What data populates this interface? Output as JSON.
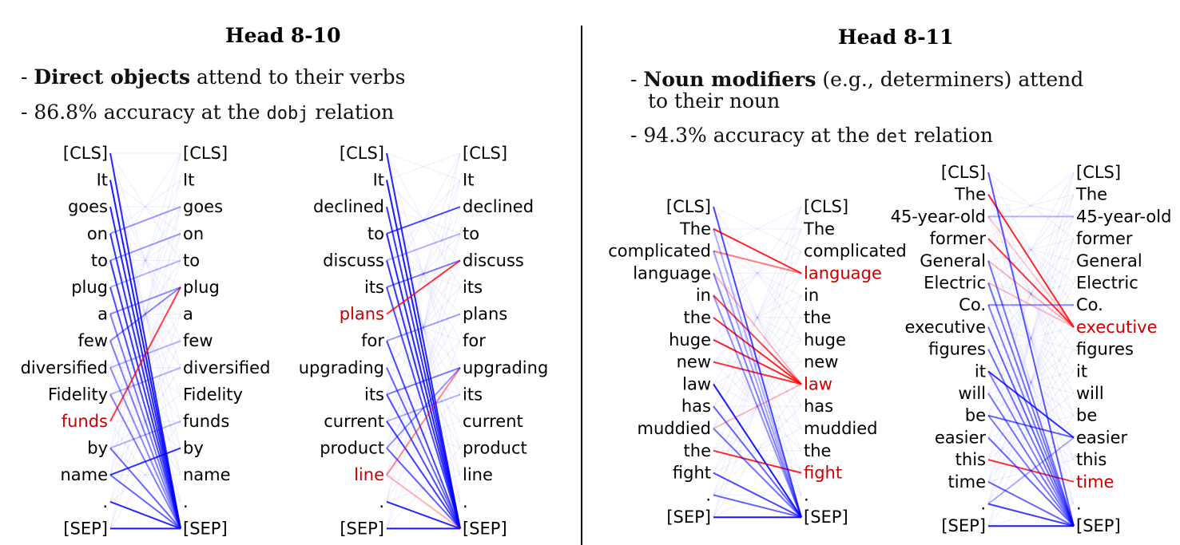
{
  "left_panel": {
    "title": "Head 8-10",
    "bullet1": {
      "dash": "- ",
      "bold": "Direct objects",
      "rest": " attend to their verbs"
    },
    "bullet2": {
      "pre": "- 86.8% accuracy at the ",
      "code": "dobj",
      "post": " relation"
    }
  },
  "right_panel": {
    "title": "Head 8-11",
    "bullet1": {
      "dash": "- ",
      "bold": "Noun modifiers",
      "rest": " (e.g., determiners) attend",
      "line2": "to their noun"
    },
    "bullet2": {
      "pre": "- 94.3% accuracy at the ",
      "code": "det",
      "post": " relation"
    }
  },
  "colors": {
    "highlight": "#cc0000",
    "attention_blue": "#0000ff",
    "attention_red": "#ff0000",
    "text": "#000000"
  },
  "attention_maps": [
    {
      "tokens": [
        "[CLS]",
        "It",
        "goes",
        "on",
        "to",
        "plug",
        "a",
        "few",
        "diversified",
        "Fidelity",
        "funds",
        "by",
        "name",
        ".",
        "[SEP]"
      ],
      "highlight_left": [
        10
      ],
      "highlight_right": [],
      "edges": [
        [
          0,
          14,
          0.85
        ],
        [
          1,
          14,
          0.9
        ],
        [
          2,
          14,
          0.85
        ],
        [
          3,
          14,
          0.8
        ],
        [
          4,
          14,
          0.8
        ],
        [
          5,
          14,
          0.7
        ],
        [
          6,
          14,
          0.5
        ],
        [
          7,
          14,
          0.5
        ],
        [
          8,
          14,
          0.45
        ],
        [
          9,
          14,
          0.5
        ],
        [
          11,
          14,
          0.6
        ],
        [
          12,
          14,
          0.6
        ],
        [
          13,
          14,
          0.85
        ],
        [
          14,
          14,
          0.9
        ],
        [
          10,
          5,
          0.75,
          "r"
        ],
        [
          6,
          5,
          0.45
        ],
        [
          7,
          5,
          0.45
        ],
        [
          4,
          3,
          0.4
        ],
        [
          3,
          2,
          0.4
        ],
        [
          12,
          11,
          0.8
        ],
        [
          8,
          7,
          0.3
        ],
        [
          9,
          8,
          0.3
        ],
        [
          5,
          4,
          0.3
        ],
        [
          11,
          10,
          0.3
        ]
      ]
    },
    {
      "tokens": [
        "[CLS]",
        "It",
        "declined",
        "to",
        "discuss",
        "its",
        "plans",
        "for",
        "upgrading",
        "its",
        "current",
        "product",
        "line",
        ".",
        "[SEP]"
      ],
      "highlight_left": [
        6,
        12
      ],
      "highlight_right": [],
      "edges": [
        [
          0,
          14,
          0.85
        ],
        [
          1,
          14,
          0.9
        ],
        [
          2,
          14,
          0.8
        ],
        [
          3,
          14,
          0.85
        ],
        [
          4,
          14,
          0.8
        ],
        [
          5,
          14,
          0.7
        ],
        [
          7,
          14,
          0.7
        ],
        [
          8,
          14,
          0.6
        ],
        [
          9,
          14,
          0.7
        ],
        [
          10,
          14,
          0.75
        ],
        [
          11,
          14,
          0.6
        ],
        [
          13,
          14,
          0.85
        ],
        [
          14,
          14,
          0.9
        ],
        [
          6,
          4,
          0.8,
          "r"
        ],
        [
          12,
          8,
          0.45,
          "r"
        ],
        [
          3,
          2,
          0.7
        ],
        [
          5,
          4,
          0.5
        ],
        [
          9,
          8,
          0.5
        ],
        [
          11,
          8,
          0.4
        ],
        [
          7,
          6,
          0.35
        ],
        [
          10,
          9,
          0.3
        ],
        [
          12,
          14,
          0.3,
          "r"
        ],
        [
          4,
          3,
          0.3
        ]
      ]
    },
    {
      "tokens": [
        "[CLS]",
        "The",
        "complicated",
        "language",
        "in",
        "the",
        "huge",
        "new",
        "law",
        "has",
        "muddied",
        "the",
        "fight",
        ".",
        "[SEP]"
      ],
      "highlight_left": [],
      "highlight_right": [
        3,
        8,
        12
      ],
      "edges": [
        [
          1,
          3,
          0.85,
          "r"
        ],
        [
          2,
          3,
          0.5,
          "r"
        ],
        [
          4,
          8,
          0.75,
          "r"
        ],
        [
          5,
          8,
          0.85,
          "r"
        ],
        [
          6,
          8,
          0.85,
          "r"
        ],
        [
          7,
          8,
          0.8,
          "r"
        ],
        [
          11,
          12,
          0.85,
          "r"
        ],
        [
          0,
          14,
          0.7
        ],
        [
          8,
          14,
          0.9
        ],
        [
          9,
          14,
          0.6
        ],
        [
          10,
          14,
          0.55
        ],
        [
          12,
          14,
          0.7
        ],
        [
          13,
          14,
          0.6
        ],
        [
          14,
          14,
          0.9
        ],
        [
          3,
          14,
          0.5
        ],
        [
          4,
          14,
          0.4
        ],
        [
          2,
          14,
          0.35
        ],
        [
          1,
          14,
          0.3
        ],
        [
          10,
          8,
          0.25,
          "r"
        ],
        [
          3,
          8,
          0.25,
          "r"
        ]
      ]
    },
    {
      "tokens": [
        "[CLS]",
        "The",
        "45-year-old",
        "former",
        "General",
        "Electric",
        "Co.",
        "executive",
        "figures",
        "it",
        "will",
        "be",
        "easier",
        "this",
        "time",
        ".",
        "[SEP]"
      ],
      "highlight_left": [],
      "highlight_right": [
        7,
        14
      ],
      "edges": [
        [
          1,
          7,
          0.85,
          "r"
        ],
        [
          3,
          7,
          0.8,
          "r"
        ],
        [
          13,
          14,
          0.8,
          "r"
        ],
        [
          2,
          2,
          0.3
        ],
        [
          6,
          6,
          0.45
        ],
        [
          9,
          12,
          0.8
        ],
        [
          11,
          12,
          0.6
        ],
        [
          0,
          16,
          0.65
        ],
        [
          4,
          16,
          0.55
        ],
        [
          5,
          16,
          0.55
        ],
        [
          6,
          16,
          0.5
        ],
        [
          7,
          16,
          0.6
        ],
        [
          8,
          16,
          0.55
        ],
        [
          9,
          16,
          0.5
        ],
        [
          10,
          16,
          0.55
        ],
        [
          11,
          16,
          0.5
        ],
        [
          12,
          16,
          0.6
        ],
        [
          14,
          16,
          0.6
        ],
        [
          15,
          16,
          0.75
        ],
        [
          16,
          16,
          0.9
        ],
        [
          4,
          7,
          0.25,
          "r"
        ],
        [
          5,
          7,
          0.25,
          "r"
        ],
        [
          2,
          7,
          0.2,
          "r"
        ],
        [
          15,
          12,
          0.3
        ]
      ]
    }
  ]
}
